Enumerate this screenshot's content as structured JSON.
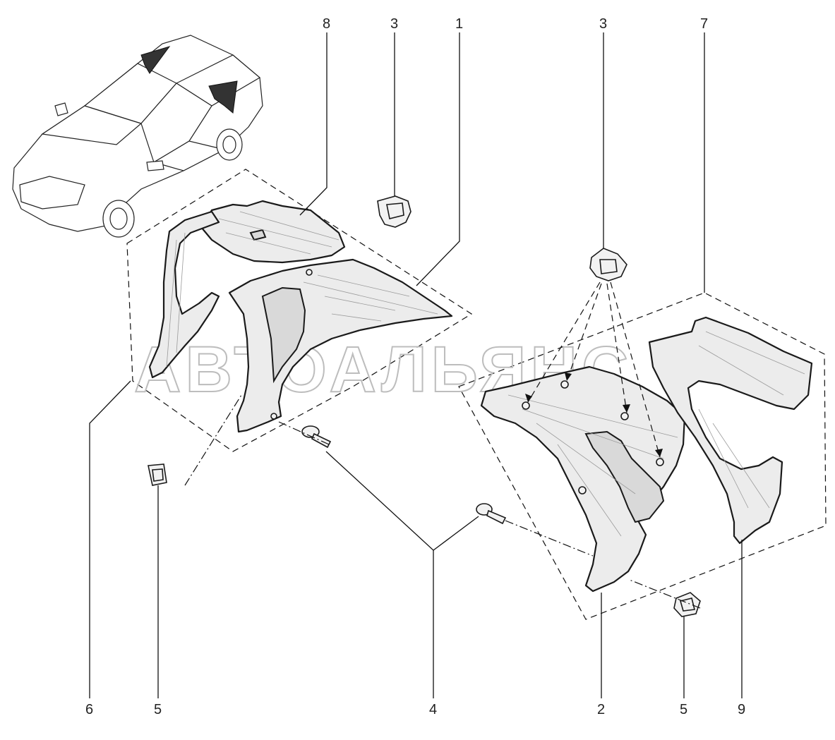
{
  "watermark": "АВТОАЛЬЯНС",
  "callouts": {
    "c8": "8",
    "c3a": "3",
    "c1": "1",
    "c3b": "3",
    "c7": "7",
    "c6": "6",
    "c5a": "5",
    "c4": "4",
    "c2": "2",
    "c5b": "5",
    "c9": "9"
  }
}
